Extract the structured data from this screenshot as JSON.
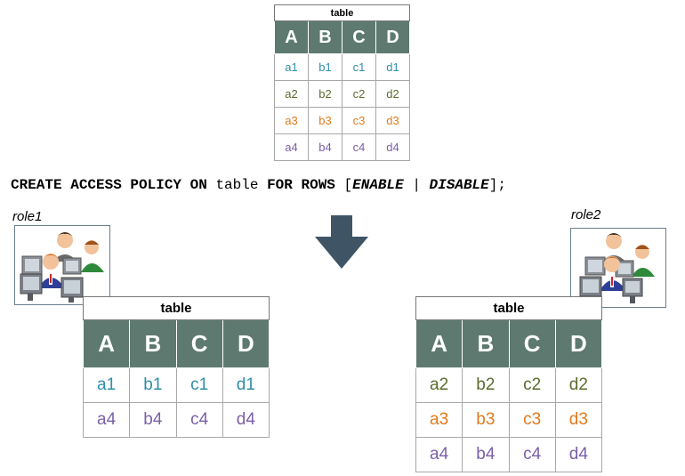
{
  "top_table": {
    "caption": "table",
    "headers": [
      "A",
      "B",
      "C",
      "D"
    ],
    "rows": [
      [
        "a1",
        "b1",
        "c1",
        "d1"
      ],
      [
        "a2",
        "b2",
        "c2",
        "d2"
      ],
      [
        "a3",
        "b3",
        "c3",
        "d3"
      ],
      [
        "a4",
        "b4",
        "c4",
        "d4"
      ]
    ]
  },
  "sql": {
    "create": "CREATE ACCESS POLICY ON",
    "table": "table",
    "for_rows": "FOR ROWS",
    "open": "[",
    "enable": "ENABLE",
    "sep": "|",
    "disable": "DISABLE",
    "close": "];"
  },
  "role1": {
    "label": "role1",
    "icon": "users-at-computers-icon",
    "table": {
      "caption": "table",
      "headers": [
        "A",
        "B",
        "C",
        "D"
      ],
      "rows": [
        [
          "a1",
          "b1",
          "c1",
          "d1"
        ],
        [
          "a4",
          "b4",
          "c4",
          "d4"
        ]
      ]
    }
  },
  "role2": {
    "label": "role2",
    "icon": "users-at-computers-icon",
    "table": {
      "caption": "table",
      "headers": [
        "A",
        "B",
        "C",
        "D"
      ],
      "rows": [
        [
          "a2",
          "b2",
          "c2",
          "d2"
        ],
        [
          "a3",
          "b3",
          "c3",
          "d3"
        ],
        [
          "a4",
          "b4",
          "c4",
          "d4"
        ]
      ]
    }
  },
  "colors": {
    "header_bg": "#5e7a70",
    "arrow": "#3f5566",
    "row1": "#2e8fa8",
    "row2": "#5b6b2e",
    "row3": "#e07a1c",
    "row4": "#7b5fa8"
  }
}
